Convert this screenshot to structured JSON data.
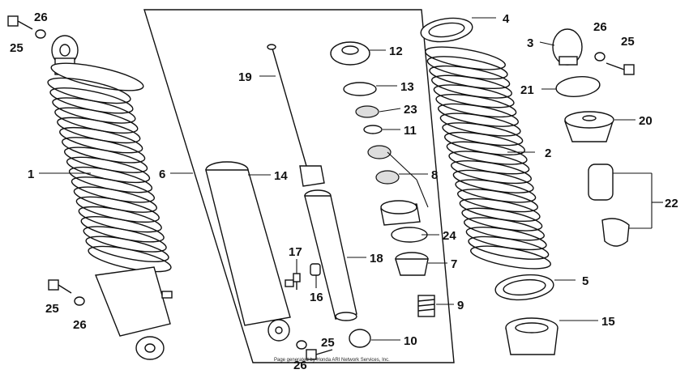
{
  "callouts": {
    "c1": "1",
    "c2": "2",
    "c3": "3",
    "c4": "4",
    "c5": "5",
    "c6": "6",
    "c7": "7",
    "c8": "8",
    "c9": "9",
    "c10": "10",
    "c11": "11",
    "c12": "12",
    "c13": "13",
    "c14": "14",
    "c15": "15",
    "c16": "16",
    "c17": "17",
    "c18": "18",
    "c19": "19",
    "c20": "20",
    "c21": "21",
    "c22": "22",
    "c23": "23",
    "c24": "24",
    "c25a": "25",
    "c25b": "25",
    "c25c": "25",
    "c25d": "25",
    "c26a": "26",
    "c26b": "26",
    "c26c": "26",
    "c26d": "26"
  },
  "footer_note": "Page generated by Honda ARI Network Services, Inc."
}
